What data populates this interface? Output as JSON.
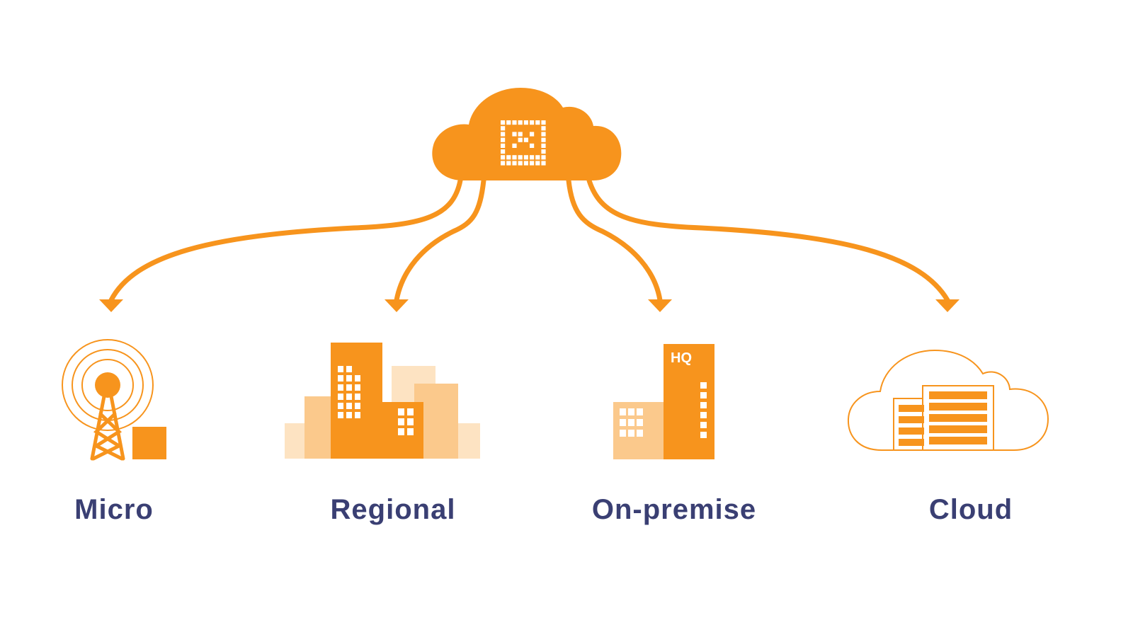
{
  "colors": {
    "accent": "#F7941D",
    "accent_light": "#FBC98C",
    "accent_pale": "#FDE3C2",
    "label_text": "#3A3F73"
  },
  "hub": {
    "icon": "cloud-hub-icon"
  },
  "targets": [
    {
      "id": "micro",
      "label": "Micro",
      "icon": "radio-tower-icon"
    },
    {
      "id": "regional",
      "label": "Regional",
      "icon": "city-buildings-icon"
    },
    {
      "id": "onprem",
      "label": "On-premise",
      "icon": "hq-building-icon",
      "badge": "HQ"
    },
    {
      "id": "cloud",
      "label": "Cloud",
      "icon": "cloud-servers-icon"
    }
  ]
}
